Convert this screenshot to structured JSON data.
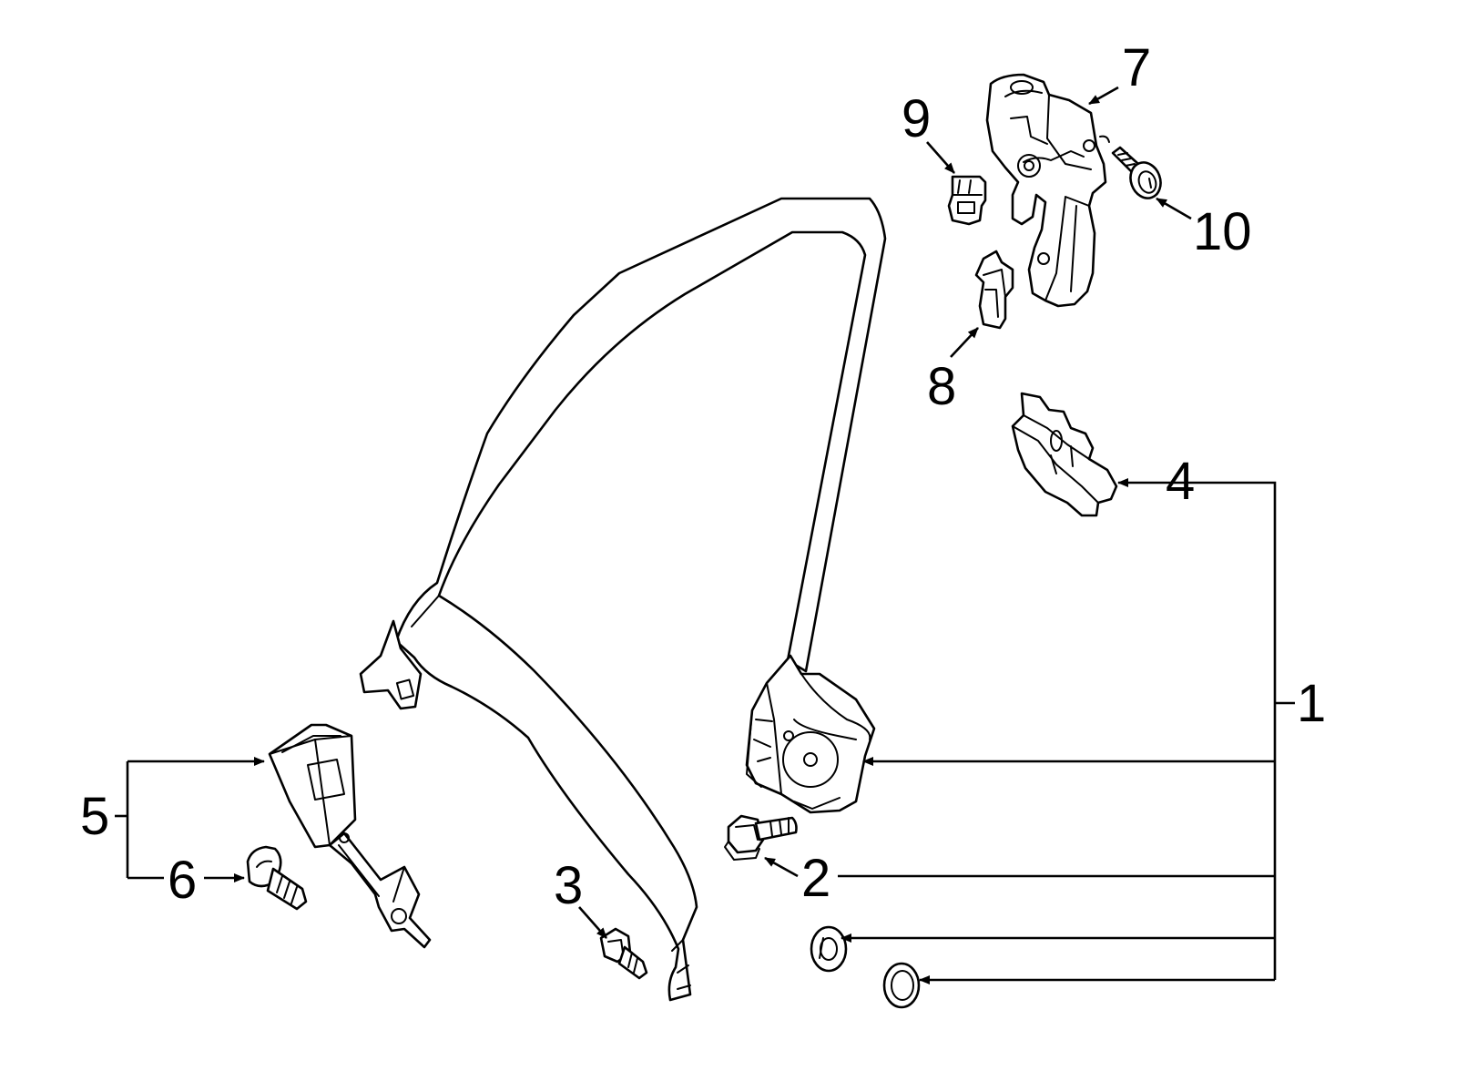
{
  "diagram": {
    "callouts": [
      {
        "id": "1",
        "label": "1",
        "part": "seat belt assembly"
      },
      {
        "id": "2",
        "label": "2",
        "part": "bolt"
      },
      {
        "id": "3",
        "label": "3",
        "part": "bolt"
      },
      {
        "id": "4",
        "label": "4",
        "part": "bracket"
      },
      {
        "id": "5",
        "label": "5",
        "part": "buckle"
      },
      {
        "id": "6",
        "label": "6",
        "part": "bolt"
      },
      {
        "id": "7",
        "label": "7",
        "part": "height adjuster"
      },
      {
        "id": "8",
        "label": "8",
        "part": "bracket"
      },
      {
        "id": "9",
        "label": "9",
        "part": "clip"
      },
      {
        "id": "10",
        "label": "10",
        "part": "bolt"
      }
    ]
  }
}
